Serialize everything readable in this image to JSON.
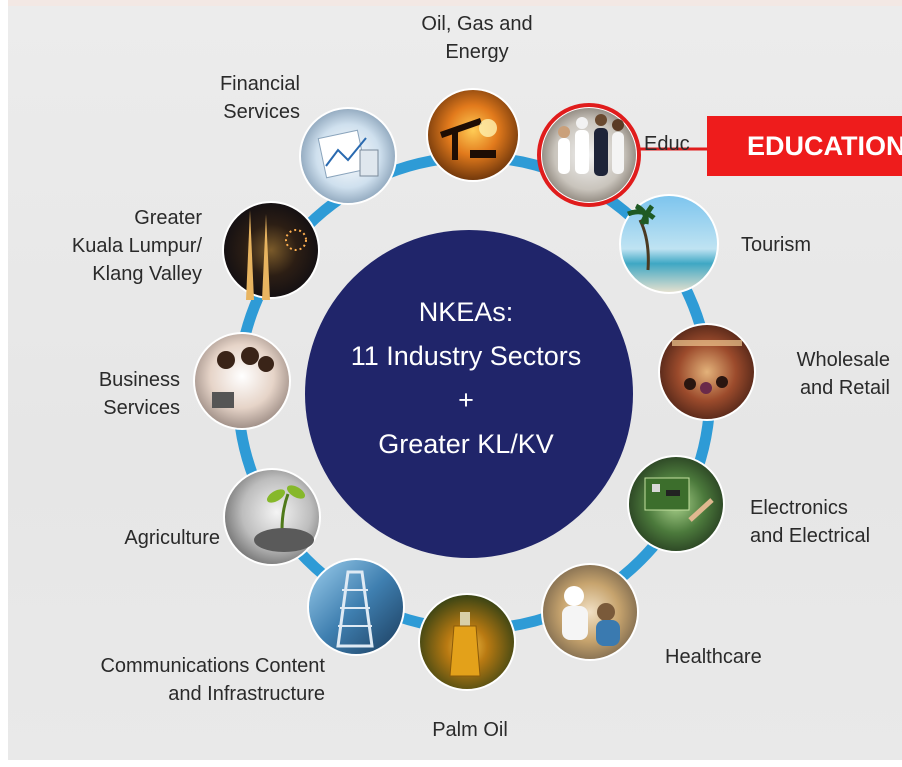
{
  "center": {
    "line1": "NKEAs:",
    "line2": "11 Industry Sectors",
    "line3": "+",
    "line4": "Greater KL/KV"
  },
  "sectors": [
    {
      "id": "oil-gas-energy",
      "lines": [
        "Oil, Gas and",
        "Energy"
      ],
      "icon": "oil-pump-sunset"
    },
    {
      "id": "education",
      "lines": [
        "Educ"
      ],
      "icon": "students-photo"
    },
    {
      "id": "tourism",
      "lines": [
        "Tourism"
      ],
      "icon": "palm-beach"
    },
    {
      "id": "wholesale-retail",
      "lines": [
        "Wholesale",
        "and Retail"
      ],
      "icon": "shopping-mall"
    },
    {
      "id": "electronics-electrical",
      "lines": [
        "Electronics",
        "and Electrical"
      ],
      "icon": "circuit-board"
    },
    {
      "id": "healthcare",
      "lines": [
        "Healthcare"
      ],
      "icon": "nurse-care"
    },
    {
      "id": "palm-oil",
      "lines": [
        "Palm Oil"
      ],
      "icon": "oil-bottle"
    },
    {
      "id": "communications",
      "lines": [
        "Communications Content",
        "and Infrastructure"
      ],
      "icon": "telecom-tower"
    },
    {
      "id": "agriculture",
      "lines": [
        "Agriculture"
      ],
      "icon": "seedling-hand"
    },
    {
      "id": "business-services",
      "lines": [
        "Business",
        "Services"
      ],
      "icon": "office-workers"
    },
    {
      "id": "greater-kl",
      "lines": [
        "Greater",
        "Kuala Lumpur/",
        "Klang Valley"
      ],
      "icon": "twin-towers-night"
    },
    {
      "id": "financial-services",
      "lines": [
        "Financial",
        "Services"
      ],
      "icon": "finance-charts"
    }
  ],
  "callout": {
    "text": "EDUCATION",
    "target": "education",
    "color": "#ee1c1c"
  },
  "colors": {
    "ring": "#2e9bd6",
    "center_circle": "#20256a",
    "highlight": "#e01c1c"
  }
}
